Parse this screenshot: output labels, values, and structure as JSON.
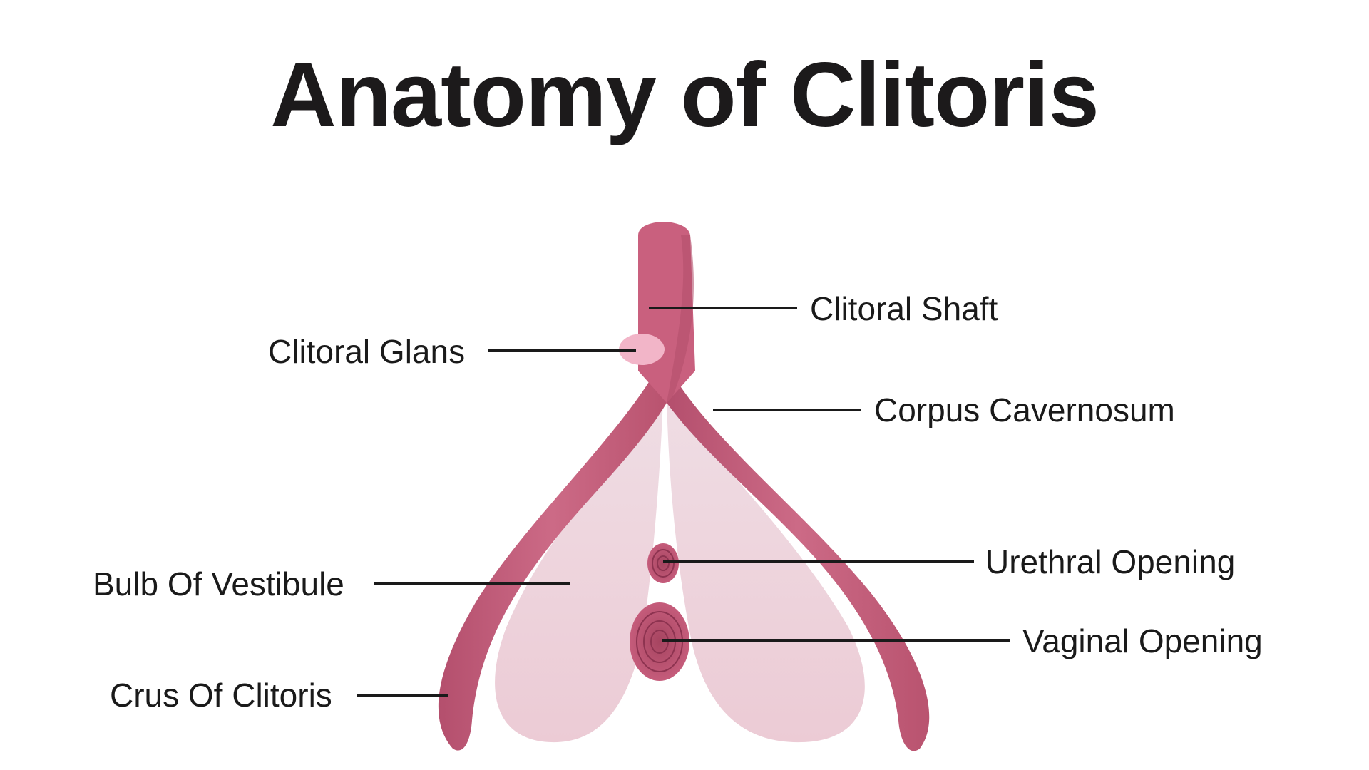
{
  "title": "Anatomy of Clitoris",
  "colors": {
    "tissue": "#c9607e",
    "tissue_dark": "#b24f6c",
    "bulb": "#ecd6de",
    "glans": "#f2b5c8",
    "text": "#1a1a1a",
    "background": "#ffffff"
  },
  "labels": {
    "clitoral_shaft": "Clitoral Shaft",
    "clitoral_glans": "Clitoral Glans",
    "corpus_cavernosum": "Corpus Cavernosum",
    "urethral_opening": "Urethral Opening",
    "bulb_of_vestibule": "Bulb Of Vestibule",
    "vaginal_opening": "Vaginal Opening",
    "crus_of_clitoris": "Crus Of Clitoris"
  }
}
